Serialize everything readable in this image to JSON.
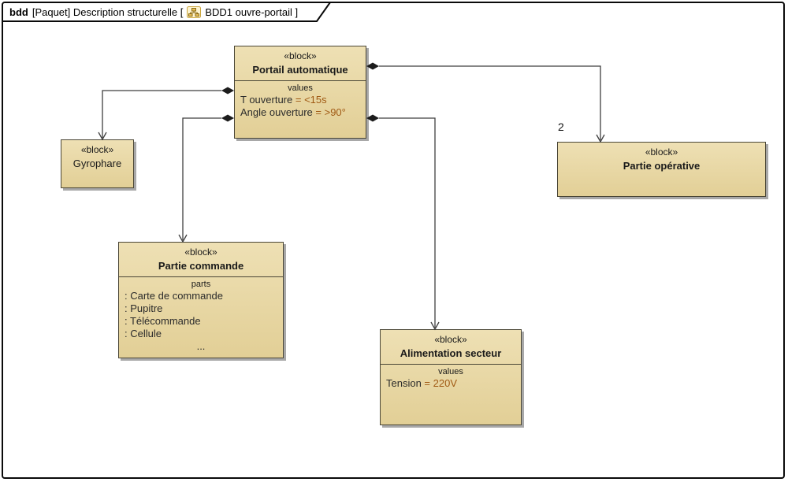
{
  "header": {
    "keyword": "bdd",
    "context": "[Paquet] Description structurelle [",
    "diagram_name": "BDD1 ouvre-portail ]",
    "icon": "diagram-icon"
  },
  "blocks": {
    "portail": {
      "stereotype": "«block»",
      "name": "Portail automatique",
      "compartment_label": "values",
      "values": [
        {
          "label": "T ouverture ",
          "value": "= <15s"
        },
        {
          "label": "Angle ouverture ",
          "value": "= >90°"
        }
      ]
    },
    "gyrophare": {
      "stereotype": "«block»",
      "name": "Gyrophare"
    },
    "partie_operative": {
      "stereotype": "«block»",
      "name": "Partie opérative",
      "multiplicity": "2"
    },
    "partie_commande": {
      "stereotype": "«block»",
      "name": "Partie commande",
      "compartment_label": "parts",
      "parts": [
        ": Carte de commande",
        ": Pupitre",
        ": Télécommande",
        ": Cellule"
      ],
      "ellipsis": "..."
    },
    "alimentation": {
      "stereotype": "«block»",
      "name": "Alimentation secteur",
      "compartment_label": "values",
      "values": [
        {
          "label": "Tension ",
          "value": "= 220V"
        }
      ]
    }
  },
  "colors": {
    "block_fill": "#e8d7a4",
    "block_border": "#4a4636",
    "value_text": "#a05a14",
    "connector": "#3f3f3f",
    "frame_border": "#0a0a0a",
    "shadow": "#a8a8a8"
  }
}
